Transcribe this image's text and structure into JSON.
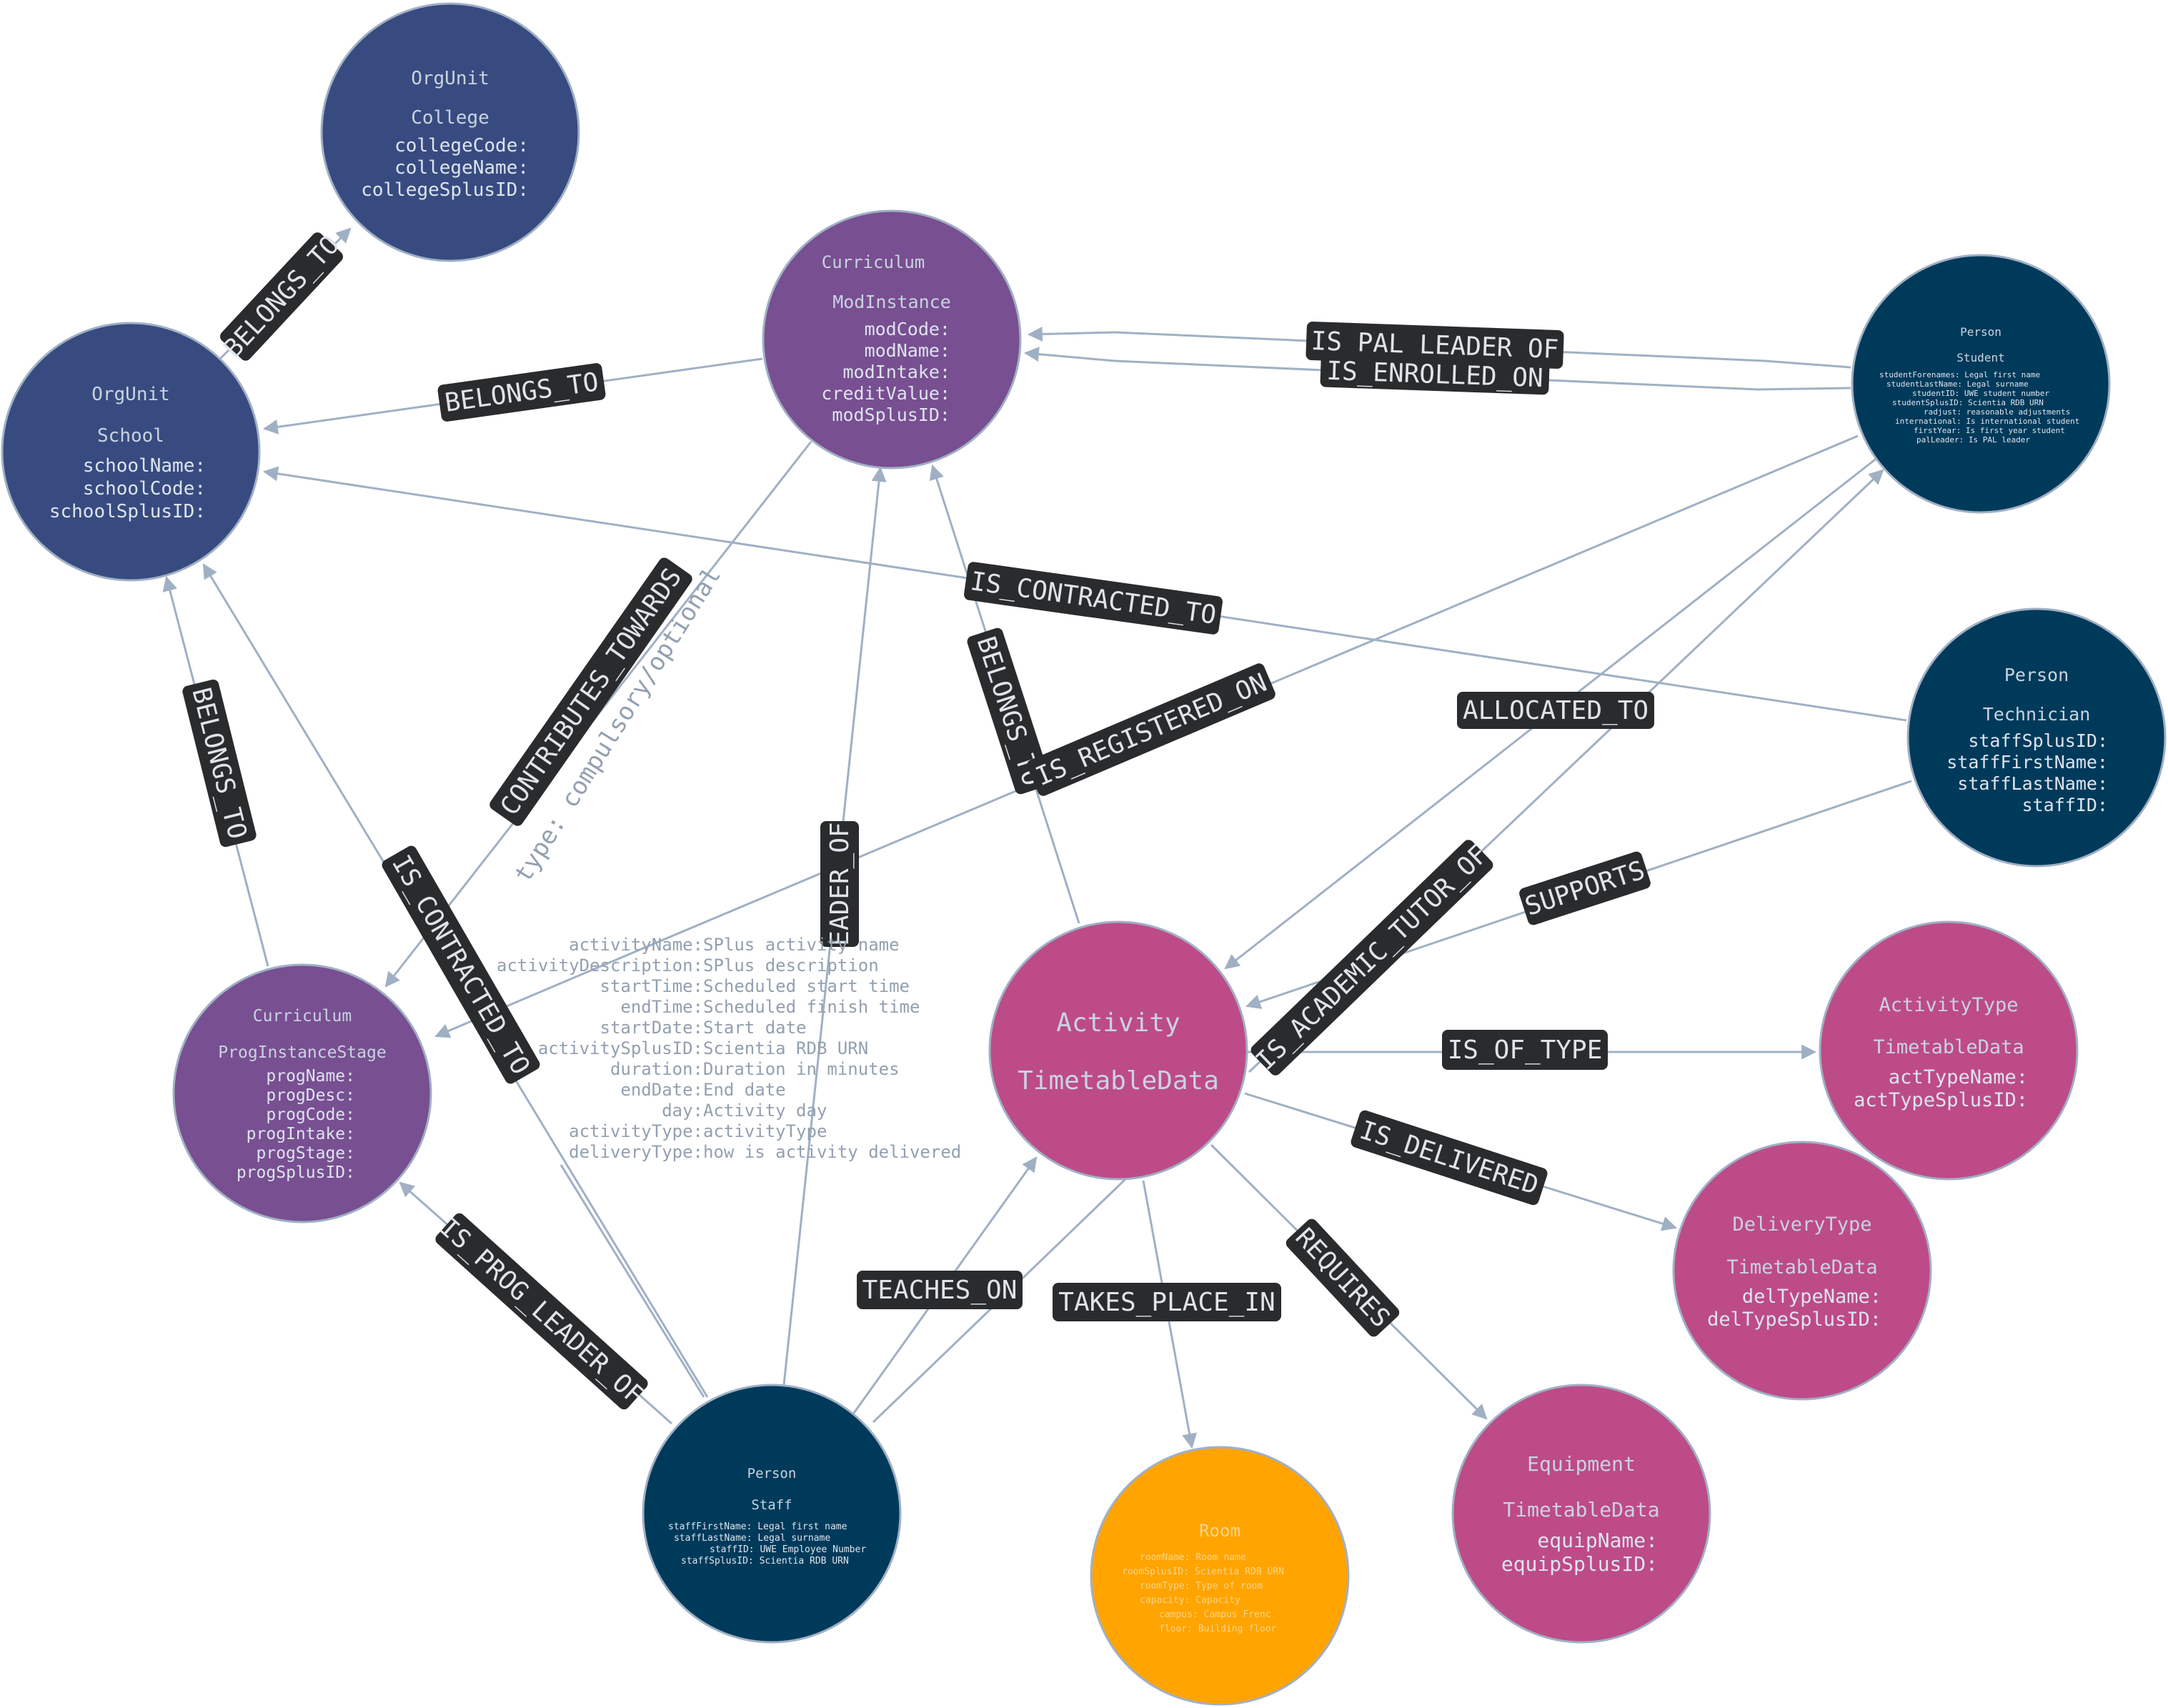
{
  "colors": {
    "orgunit": "#384b80",
    "curriculum": "#784f91",
    "person": "#003a5a",
    "timetable": "#bd4b88",
    "room": "#ffa400",
    "edge": "#a0b0c4",
    "rel_label_bg": "#2a2b2d"
  },
  "nodes": {
    "college": {
      "label": "OrgUnit",
      "subtitle": "College",
      "props": [
        "collegeCode:",
        "collegeName:",
        "collegeSplusID:"
      ]
    },
    "school": {
      "label": "OrgUnit",
      "subtitle": "School",
      "props": [
        "schoolName:",
        "schoolCode:",
        "schoolSplusID:"
      ]
    },
    "modinstance": {
      "label": "Curriculum",
      "subtitle": "ModInstance",
      "props": [
        "modCode:",
        "modName:",
        "modIntake:",
        "creditValue:",
        "modSplusID:"
      ]
    },
    "student": {
      "label": "Person",
      "subtitle": "Student",
      "props": [
        "studentForenames: Legal first name",
        "studentLastName: Legal surname",
        "studentID: UWE student number",
        "studentSplusID: Scientia RDB URN",
        "radjust: reasonable adjustments",
        "international: Is international student",
        "firstYear: Is first year student",
        "palLeader: Is PAL leader"
      ]
    },
    "technician": {
      "label": "Person",
      "subtitle": "Technician",
      "props": [
        "staffSplusID:",
        "staffFirstName:",
        "staffLastName:",
        "staffID:"
      ]
    },
    "proginstancestage": {
      "label": "Curriculum",
      "subtitle": "ProgInstanceStage",
      "props": [
        "progName:",
        "progDesc:",
        "progCode:",
        "progIntake:",
        "progStage:",
        "progSplusID:"
      ]
    },
    "activity": {
      "label": "Activity",
      "subtitle": "TimetableData",
      "props": []
    },
    "activitytype": {
      "label": "ActivityType",
      "subtitle": "TimetableData",
      "props": [
        "actTypeName:",
        "actTypeSplusID:"
      ]
    },
    "deliverytype": {
      "label": "DeliveryType",
      "subtitle": "TimetableData",
      "props": [
        "delTypeName:",
        "delTypeSplusID:"
      ]
    },
    "staff": {
      "label": "Person",
      "subtitle": "Staff",
      "props": [
        "staffFirstName: Legal first name",
        "staffLastName: Legal surname",
        "staffID: UWE Employee Number",
        "staffSplusID: Scientia RDB URN"
      ]
    },
    "room": {
      "label": "Room",
      "subtitle": "",
      "props": [
        "roomName: Room name",
        "roomSplusID: Scientia RDB URN",
        "roomType: Type of room",
        "capacity: Capacity",
        "campus: Campus Frenc",
        "floor: Building floor"
      ]
    },
    "equipment": {
      "label": "Equipment",
      "subtitle": "TimetableData",
      "props": [
        "equipName:",
        "equipSplusID:"
      ]
    }
  },
  "relationships": {
    "belongs_to_college": "BELONGS_TO",
    "belongs_to_school_mod": "BELONGS_TO",
    "belongs_to_school_prog": "BELONGS_TO",
    "belongs_to_mod_activity": "BELONGS_TO",
    "is_pal_leader_of": "IS_PAL_LEADER_OF",
    "is_enrolled_on": "IS_ENROLLED_ON",
    "is_contracted_to_tech": "IS_CONTRACTED_TO",
    "is_contracted_to_staff": "IS_CONTRACTED_TO",
    "contributes_towards": "CONTRIBUTES_TOWARDS",
    "contributes_type": "type: compulsory/optional",
    "is_registered_on": "IS_REGISTERED_ON",
    "allocated_to": "ALLOCATED_TO",
    "is_academic_tutor_of": "IS_ACADEMIC_TUTOR_OF",
    "supports": "SUPPORTS",
    "is_of_type": "IS_OF_TYPE",
    "is_delivered": "IS_DELIVERED",
    "requires": "REQUIRES",
    "takes_place_in": "TAKES_PLACE_IN",
    "teaches_on": "TEACHES_ON",
    "is_prog_leader_of": "IS_PROG_LEADER_OF",
    "module_leader_of": "EADER_OF"
  },
  "activity_props": [
    "activityName: SPlus activity name",
    "activityDescription: SPlus description",
    "startTime: Scheduled start time",
    "endTime: Scheduled finish time",
    "startDate: Start date",
    "activitySplusID: Scientia RDB URN",
    "duration: Duration in minutes",
    "endDate: End date",
    "day: Activity day",
    "activityType: activityType",
    "deliveryType: how is activity delivered"
  ]
}
